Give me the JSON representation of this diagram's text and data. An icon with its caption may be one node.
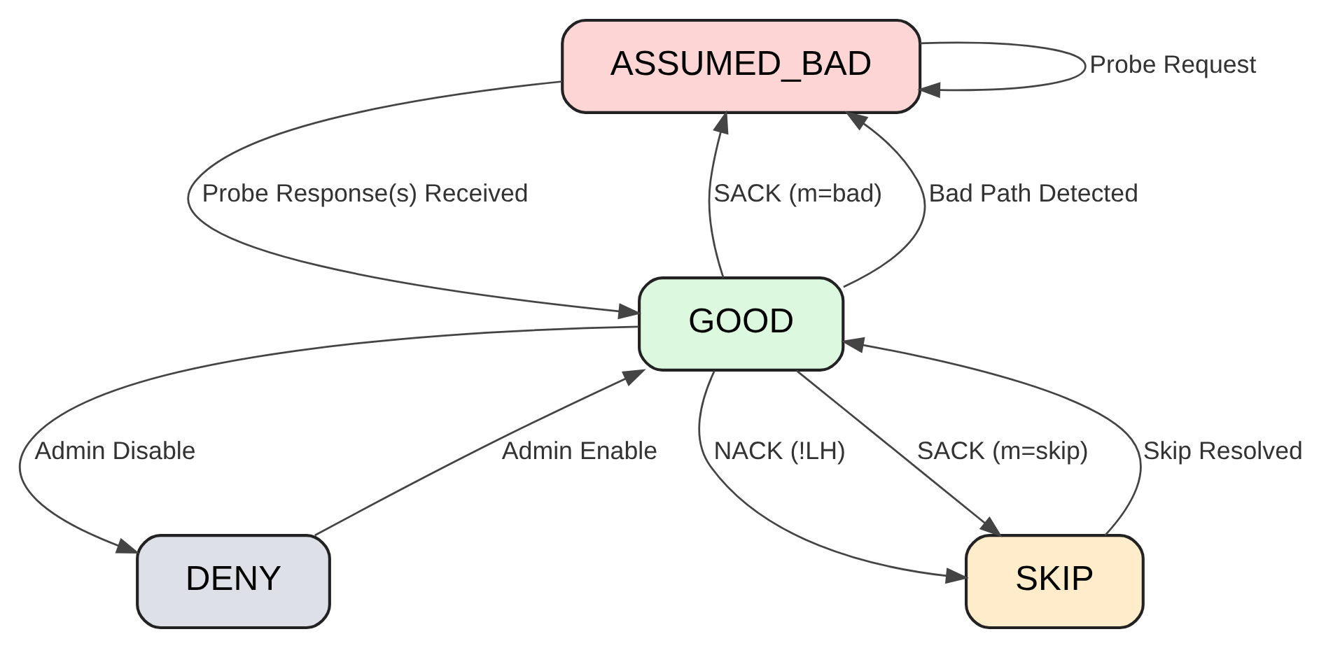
{
  "diagram": {
    "nodes": [
      {
        "text": [
          "ASSUMED_BAD"
        ]
      },
      {
        "text": [
          "GOOD"
        ]
      },
      {
        "text": [
          "DENY"
        ]
      },
      {
        "text": [
          "SKIP"
        ]
      }
    ],
    "edges": [
      {
        "from": 0,
        "to": 0,
        "arrow": "to",
        "label": "Probe Request"
      },
      {
        "from": 0,
        "to": 1,
        "arrow": "to",
        "label": "Probe Response(s) Received"
      },
      {
        "from": 1,
        "to": 0,
        "arrow": "to",
        "label": "SACK (m=bad)"
      },
      {
        "from": 1,
        "to": 0,
        "arrow": "to",
        "label": "Bad Path Detected"
      },
      {
        "from": 1,
        "to": 2,
        "arrow": "to",
        "label": "Admin Disable"
      },
      {
        "from": 2,
        "to": 1,
        "arrow": "to",
        "label": "Admin Enable"
      },
      {
        "from": 1,
        "to": 3,
        "arrow": "to",
        "label": "NACK (!LH)"
      },
      {
        "from": 1,
        "to": 3,
        "arrow": "to",
        "label": "SACK (m=skip)"
      },
      {
        "from": 3,
        "to": 1,
        "arrow": "to",
        "label": "Skip Resolved"
      }
    ]
  }
}
